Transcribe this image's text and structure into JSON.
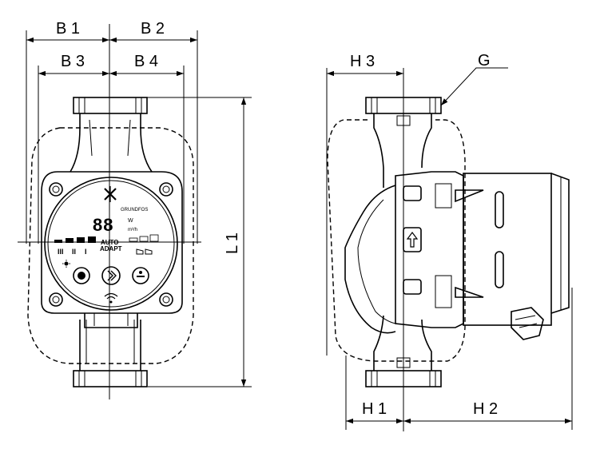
{
  "dimensions": {
    "b1": "B 1",
    "b2": "B 2",
    "b3": "B 3",
    "b4": "B 4",
    "l1": "L 1",
    "h1": "H 1",
    "h2": "H 2",
    "h3": "H 3",
    "g": "G"
  },
  "front_view": {
    "display_digits": "88",
    "unit_w": "W",
    "unit_flow": "m³/h",
    "mode_label_1": "AUTO",
    "mode_label_2": "ADAPT",
    "speed_label_1": "III",
    "speed_label_2": "II",
    "speed_label_3": "I",
    "logo_text": "GRUNDFOS"
  }
}
